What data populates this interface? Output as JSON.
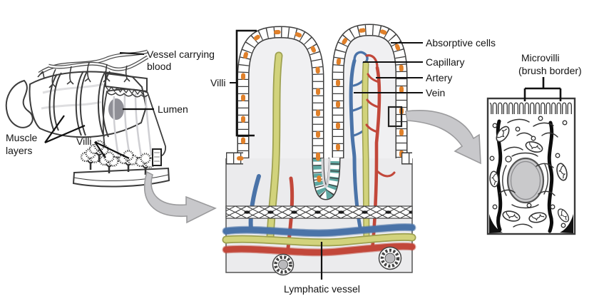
{
  "figure": {
    "left_panel": {
      "labels": {
        "vessel_carrying_blood_line1": "Vessel carrying",
        "vessel_carrying_blood_line2": "blood",
        "lumen": "Lumen",
        "muscle_layers_line1": "Muscle",
        "muscle_layers_line2": "layers",
        "villi": "Villi"
      }
    },
    "middle_panel": {
      "labels": {
        "villi": "Villi",
        "absorptive_cells": "Absorptive cells",
        "capillary": "Capillary",
        "artery": "Artery",
        "vein": "Vein",
        "lymphatic_vessel": "Lymphatic vessel"
      }
    },
    "right_panel": {
      "labels": {
        "microvilli_line1": "Microvilli",
        "microvilli_line2": "(brush border)"
      }
    },
    "colors": {
      "vein_blue": "#4a73a8",
      "artery_red": "#c2473a",
      "lymph_yellow": "#d2d37c",
      "lymph_outline": "#9da050",
      "crypt_teal": "#5fa8a2",
      "nucleus_orange": "#e0802a",
      "tissue_gray": "#ebebed",
      "arrow_gray": "#c8c8cb",
      "outline_dark": "#3c3c3c"
    }
  }
}
